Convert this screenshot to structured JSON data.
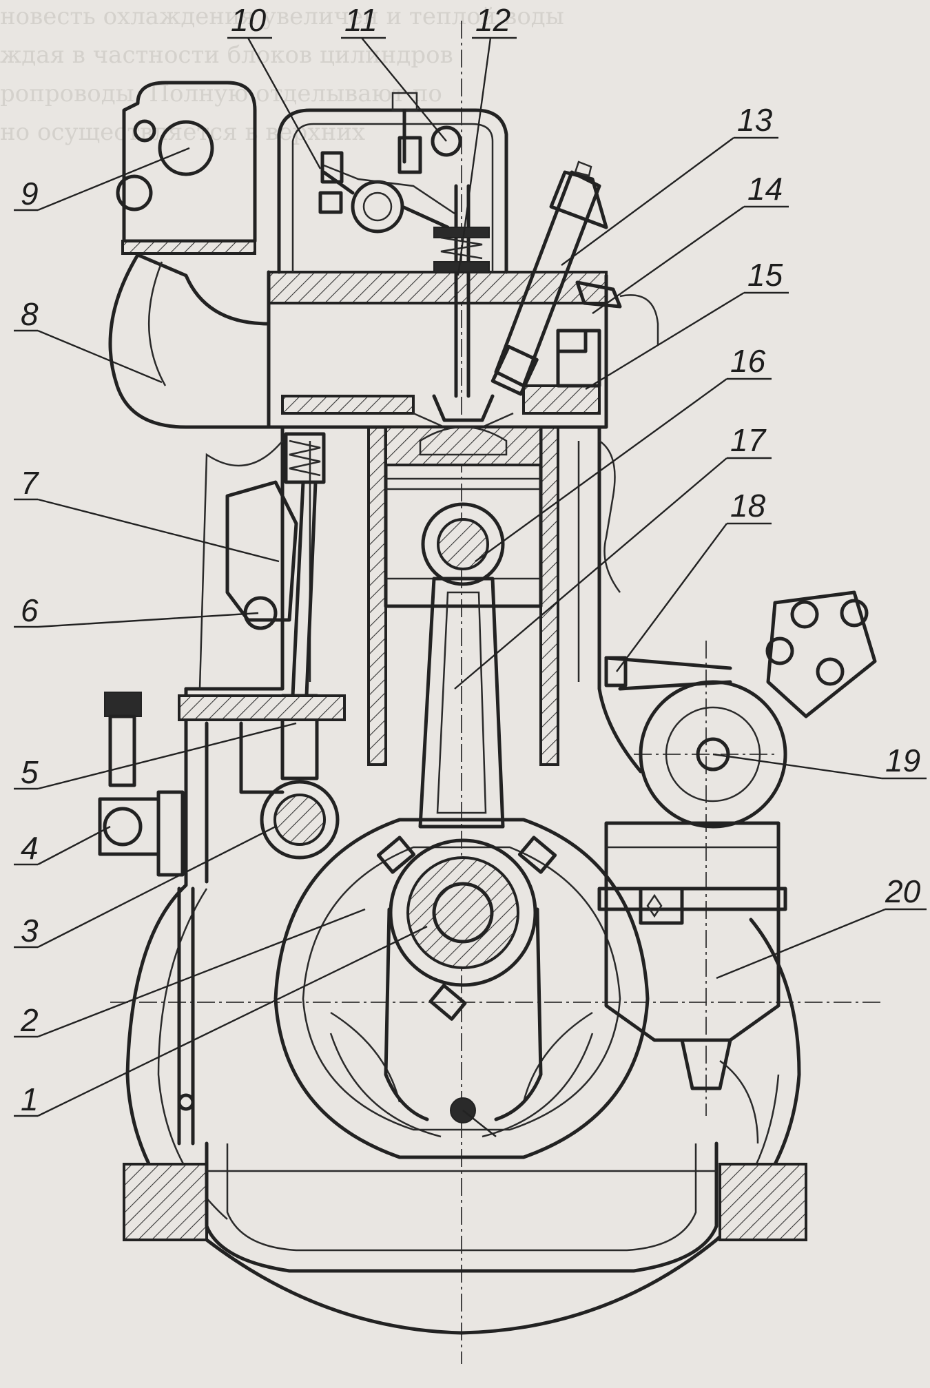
{
  "background_text": [
    "новесть охлаждения увеличен и теплой воды",
    "ждая в частности блоков цилиндров",
    "ропроводы. Полную отделывают по",
    "но осуществляется в верхних"
  ],
  "diagram": {
    "callouts": [
      {
        "id": "1",
        "text": "1"
      },
      {
        "id": "2",
        "text": "2"
      },
      {
        "id": "3",
        "text": "3"
      },
      {
        "id": "4",
        "text": "4"
      },
      {
        "id": "5",
        "text": "5"
      },
      {
        "id": "6",
        "text": "6"
      },
      {
        "id": "7",
        "text": "7"
      },
      {
        "id": "8",
        "text": "8"
      },
      {
        "id": "9",
        "text": "9"
      },
      {
        "id": "10",
        "text": "10"
      },
      {
        "id": "11",
        "text": "11"
      },
      {
        "id": "12",
        "text": "12"
      },
      {
        "id": "13",
        "text": "13"
      },
      {
        "id": "14",
        "text": "14"
      },
      {
        "id": "15",
        "text": "15"
      },
      {
        "id": "16",
        "text": "16"
      },
      {
        "id": "17",
        "text": "17"
      },
      {
        "id": "18",
        "text": "18"
      },
      {
        "id": "19",
        "text": "19"
      },
      {
        "id": "20",
        "text": "20"
      }
    ]
  }
}
